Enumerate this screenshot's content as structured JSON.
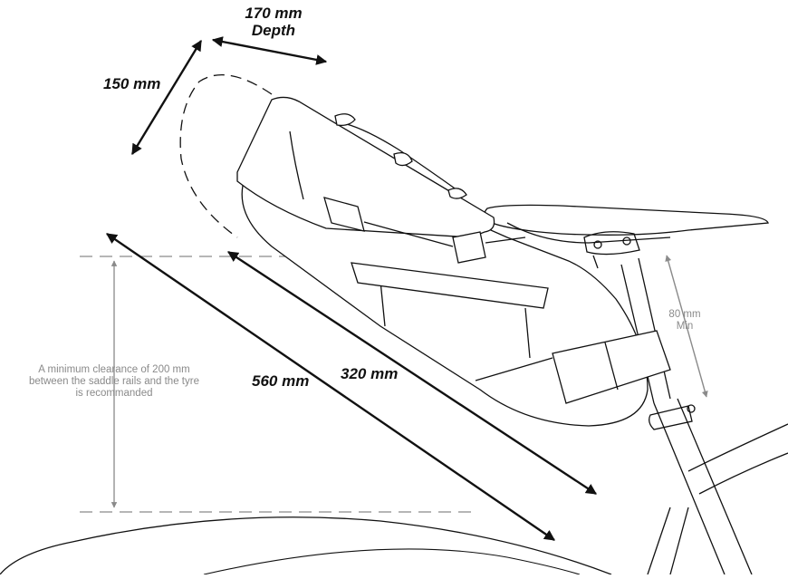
{
  "labels": {
    "depth_value": "170 mm",
    "depth_word": "Depth",
    "height": "150 mm",
    "length_outer": "560 mm",
    "length_inner": "320 mm",
    "min_height_value": "80 mm",
    "min_height_word": "Min",
    "clearance_line1": "A minimum clearance of 200 mm",
    "clearance_line2": "between the saddle rails and the tyre",
    "clearance_line3": "is recommanded"
  },
  "colors": {
    "ink": "#111111",
    "guide": "#8a8a8a",
    "background": "#ffffff"
  }
}
